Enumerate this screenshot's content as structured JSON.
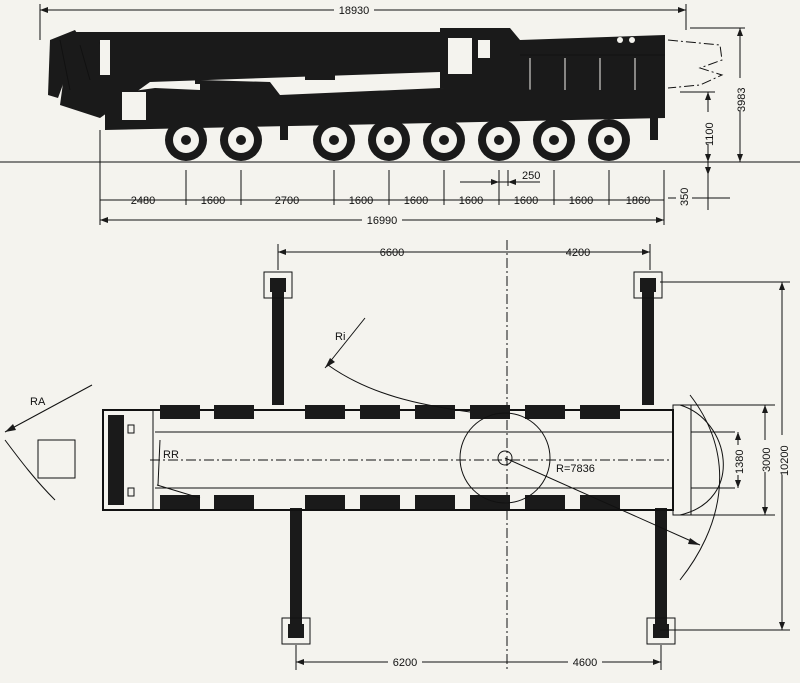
{
  "side_view": {
    "overall_length": "18930",
    "height_top": "3983",
    "height_mid": "1100",
    "clearance": "350",
    "chassis_length": "16990",
    "spacing_front": "2480",
    "spacing_a": "1600",
    "spacing_b": "2700",
    "spacing_c": "1600",
    "spacing_d": "1600",
    "spacing_e": "1600",
    "spacing_f": "1600",
    "spacing_g": "1600",
    "spacing_rear": "1860",
    "offset": "250"
  },
  "top_view": {
    "outrigger_top_left": "6600",
    "outrigger_top_right": "4200",
    "outrigger_bottom_left": "6200",
    "outrigger_bottom_right": "4600",
    "width_outrigger": "10200",
    "width_body": "3000",
    "width_inner": "1380",
    "radius_inner_label": "Ri",
    "radius_a_label": "RA",
    "radius_r_label": "RR",
    "radius_slew": "R=7836"
  }
}
